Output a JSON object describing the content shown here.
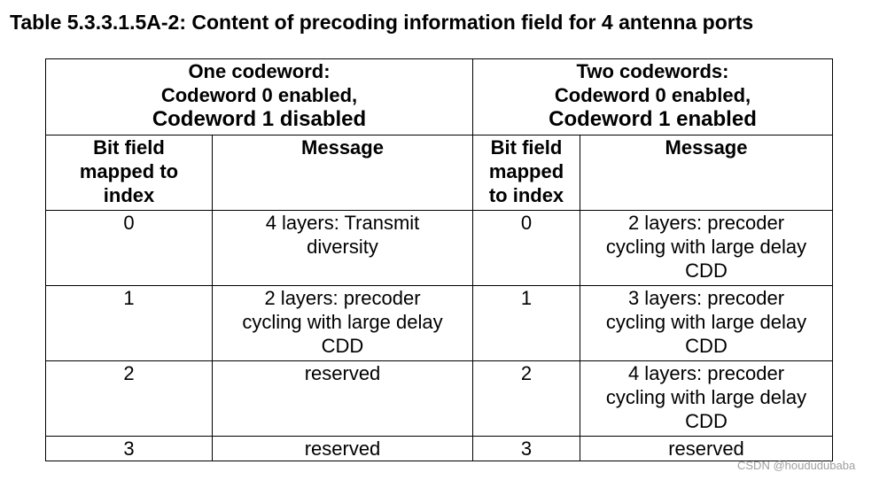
{
  "caption": "Table 5.3.3.1.5A-2: Content of precoding information field for 4 antenna ports",
  "groups": [
    {
      "line1": "One codeword:",
      "line2": "Codeword 0 enabled,",
      "line3": "Codeword 1 disabled"
    },
    {
      "line1": "Two codewords:",
      "line2": "Codeword 0 enabled,",
      "line3": "Codeword 1 enabled"
    }
  ],
  "headers": [
    "Bit field\nmapped to\nindex",
    "Message",
    "Bit field\nmapped\nto index",
    "Message"
  ],
  "rows": [
    [
      "0",
      "4 layers: Transmit\ndiversity",
      "0",
      "2 layers: precoder\ncycling with large delay\nCDD"
    ],
    [
      "1",
      "2 layers: precoder\ncycling with large delay\nCDD",
      "1",
      "3 layers: precoder\ncycling with large delay\nCDD"
    ],
    [
      "2",
      "reserved",
      "2",
      "4 layers: precoder\ncycling with large delay\nCDD"
    ],
    [
      "3",
      "reserved",
      "3",
      "reserved"
    ]
  ],
  "watermark": "CSDN @hoududubaba"
}
